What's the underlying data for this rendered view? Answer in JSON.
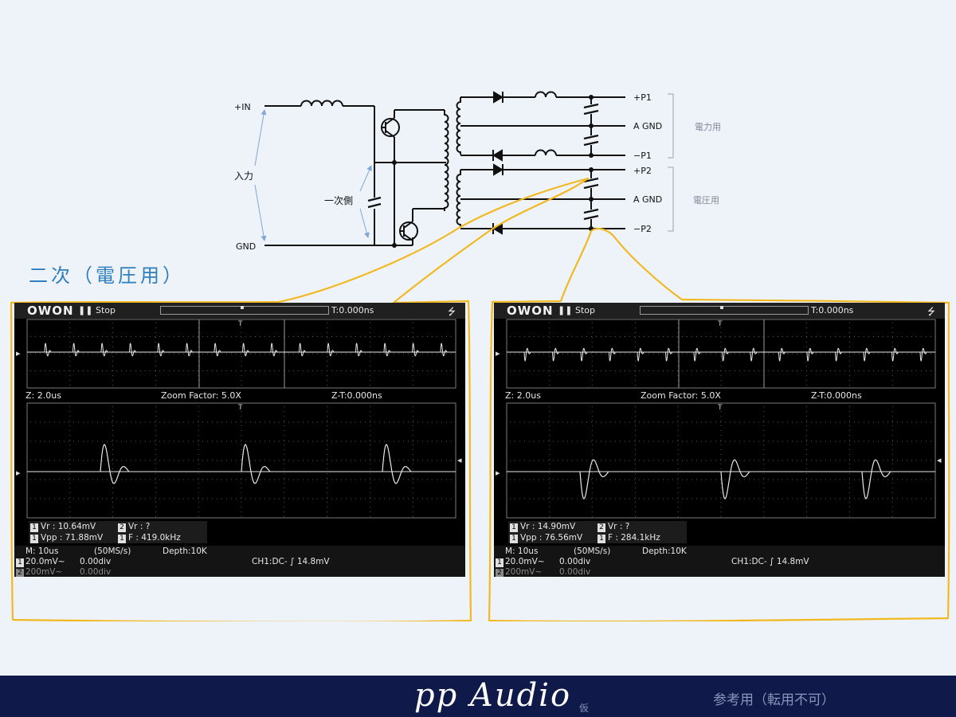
{
  "circuit": {
    "labels": {
      "in_plus": "+IN",
      "gnd": "GND",
      "input": "入力",
      "primary": "一次側",
      "p1_plus": "+P1",
      "agnd1": "A GND",
      "p1_minus": "−P1",
      "p2_plus": "+P2",
      "agnd2": "A GND",
      "p2_minus": "−P2",
      "power_group": "電力用",
      "voltage_group": "電圧用"
    }
  },
  "section": {
    "title": "二次（電圧用）"
  },
  "scopes": [
    {
      "logo": "OWON",
      "run_icon": "pause-icon",
      "mode": "Stop",
      "trigger_time": "T:0.000ns",
      "zoom": {
        "z": "Z: 2.0us",
        "factor": "Zoom Factor: 5.0X",
        "zt": "Z-T:0.000ns"
      },
      "meas": {
        "vr1": "Vr : 10.64mV",
        "vr2": "Vr :    ?",
        "vpp": "Vpp : 71.88mV",
        "freq": "F : 419.0kHz"
      },
      "time": {
        "m": "M: 10us",
        "rate": "(50MS/s)",
        "depth": "Depth:10K"
      },
      "ch1": {
        "scale": "20.0mV~",
        "pos": "0.00div"
      },
      "ch2": {
        "scale": "200mV~",
        "pos": "0.00div"
      },
      "trig": "CH1:DC-",
      "trig_level": "14.8mV",
      "waveform": {
        "pulses_overview": 15,
        "pulses_zoom": 3,
        "polarity": "positive-first"
      }
    },
    {
      "logo": "OWON",
      "run_icon": "pause-icon",
      "mode": "Stop",
      "trigger_time": "T:0.000ns",
      "zoom": {
        "z": "Z: 2.0us",
        "factor": "Zoom Factor: 5.0X",
        "zt": "Z-T:0.000ns"
      },
      "meas": {
        "vr1": "Vr : 14.90mV",
        "vr2": "Vr :    ?",
        "vpp": "Vpp : 76.56mV",
        "freq": "F : 284.1kHz"
      },
      "time": {
        "m": "M: 10us",
        "rate": "(50MS/s)",
        "depth": "Depth:10K"
      },
      "ch1": {
        "scale": "20.0mV~",
        "pos": "0.00div"
      },
      "ch2": {
        "scale": "200mV~",
        "pos": "0.00div"
      },
      "trig": "CH1:DC-",
      "trig_level": "14.8mV",
      "waveform": {
        "pulses_overview": 15,
        "pulses_zoom": 3,
        "polarity": "negative-first"
      }
    }
  ],
  "footer": {
    "brand": "pp Audio",
    "brand_small": "仮",
    "note": "参考用（転用不可）"
  },
  "colors": {
    "accent": "#2f7fc0",
    "highlight": "#f2b820",
    "footer_bg": "#0f1a4a",
    "trace": "#e8e8e8"
  }
}
